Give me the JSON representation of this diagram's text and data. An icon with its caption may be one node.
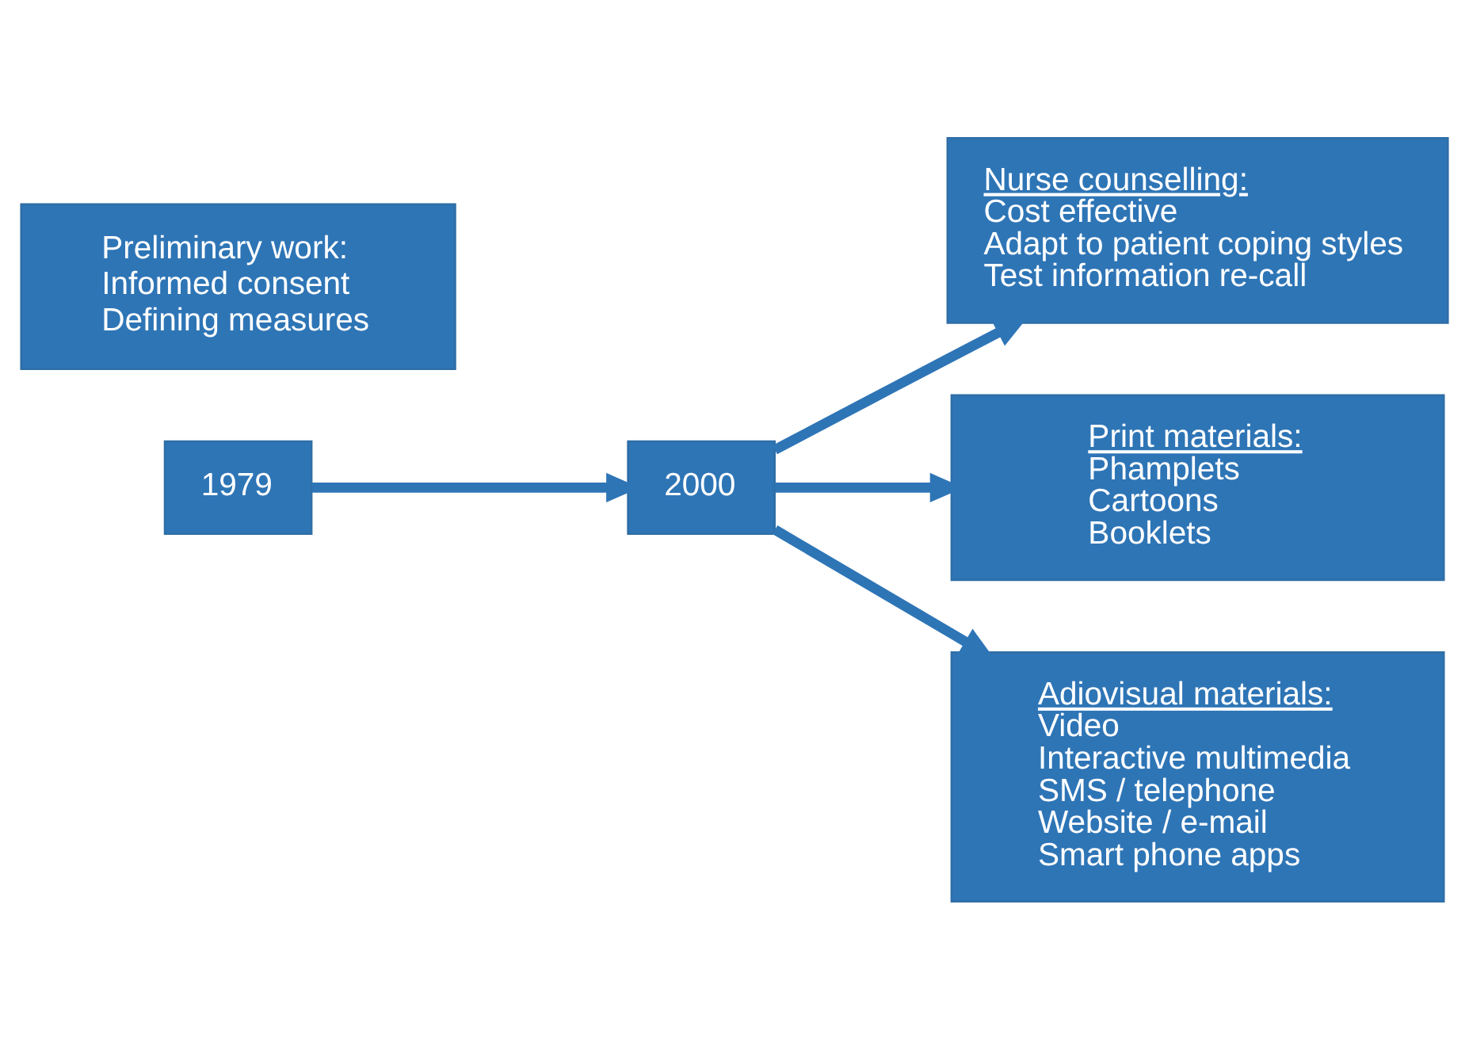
{
  "diagram": {
    "nodes": [
      {
        "text": [
          "1979"
        ]
      },
      {
        "text": [
          "2000"
        ]
      },
      {
        "text": [
          "Preliminary work:",
          "Informed consent",
          "Defining measures"
        ]
      },
      {
        "text": [
          "Nurse counselling:",
          "Cost effective",
          "Adapt to patient coping styles",
          "Test information re-call"
        ]
      },
      {
        "text": [
          "Print materials:",
          "Phamplets",
          "Cartoons",
          "Booklets"
        ]
      },
      {
        "text": [
          "Adiovisual materials:",
          "Video",
          "Interactive multimedia",
          "SMS / telephone",
          "Website / e-mail",
          "Smart phone apps"
        ]
      }
    ],
    "edges": [
      {
        "from": 0,
        "to": 1,
        "arrow": "to"
      },
      {
        "from": 1,
        "to": 3,
        "arrow": "to"
      },
      {
        "from": 1,
        "to": 4,
        "arrow": "to"
      },
      {
        "from": 1,
        "to": 5,
        "arrow": "to"
      }
    ]
  }
}
